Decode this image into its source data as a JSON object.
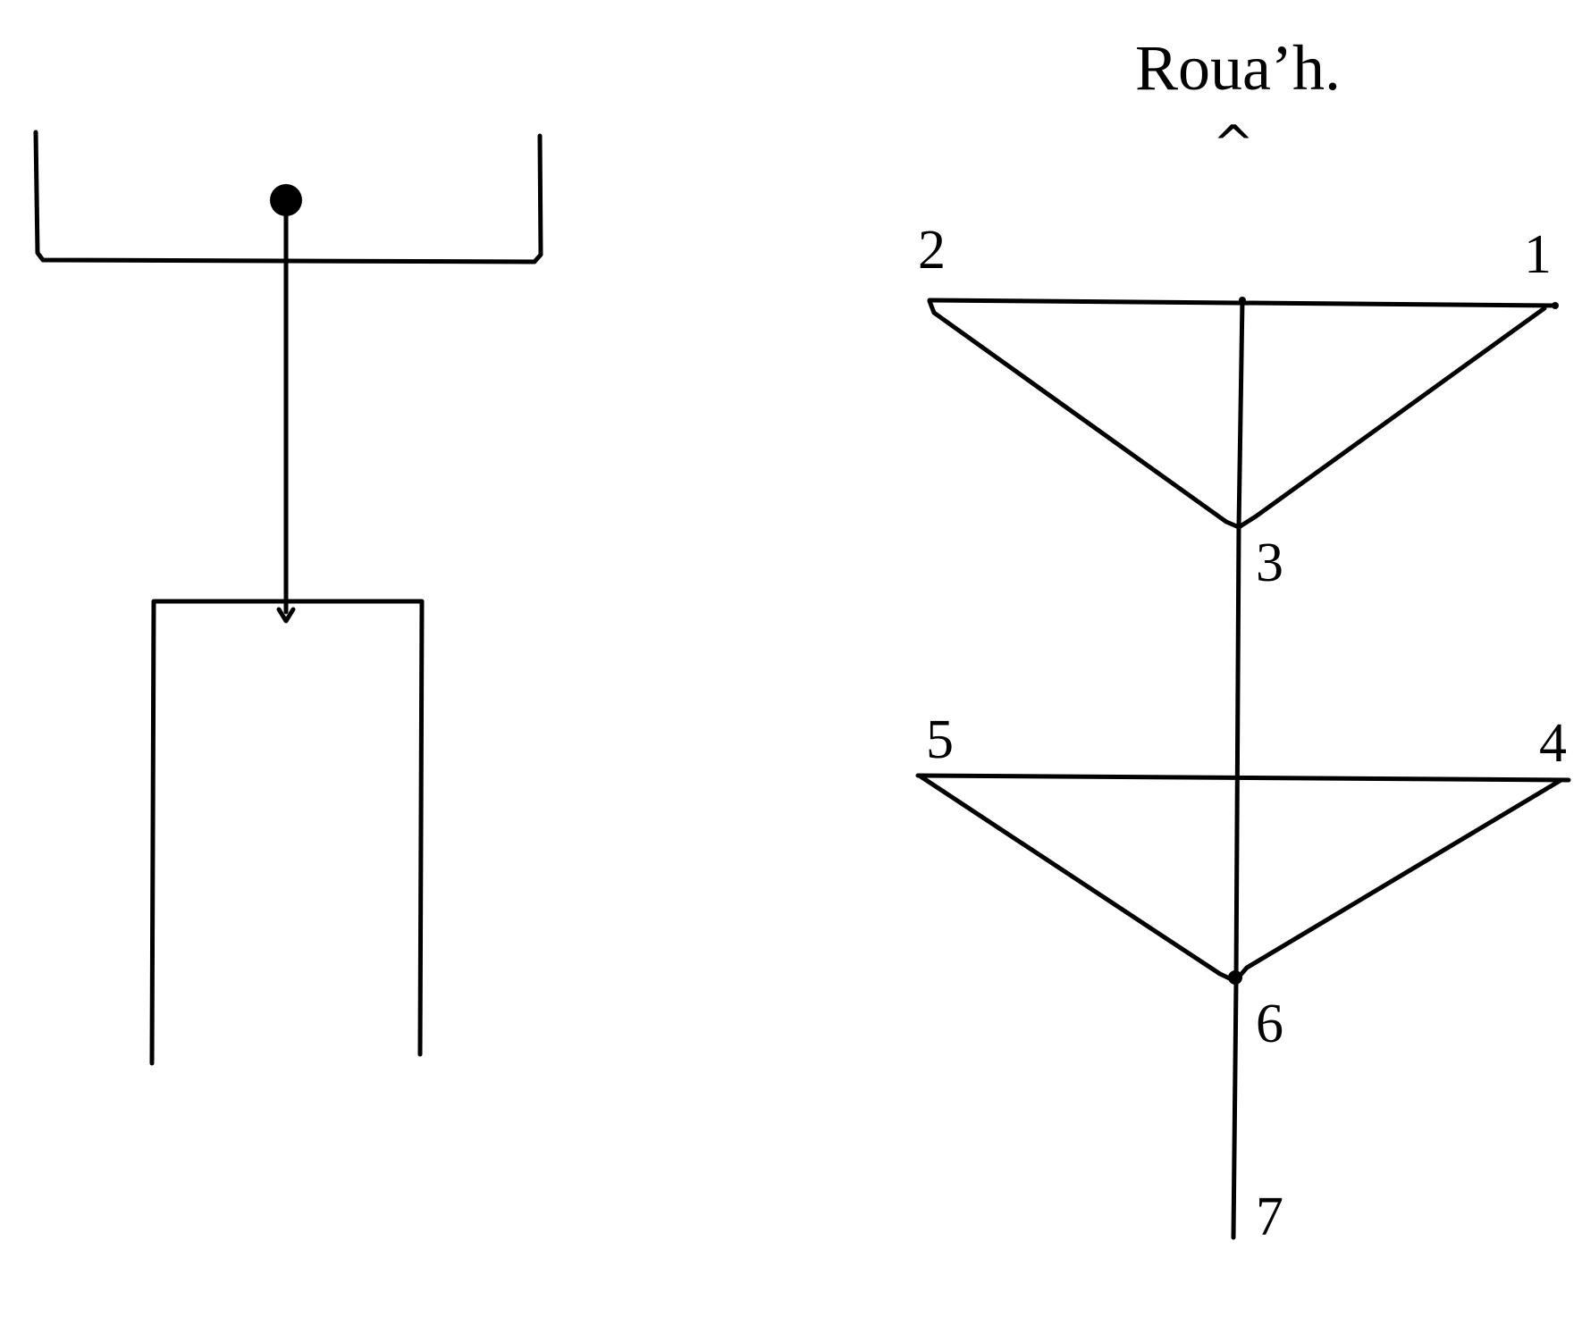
{
  "title": "Roua’h.",
  "caret": "^",
  "labels": {
    "n1": "1",
    "n2": "2",
    "n3": "3",
    "n4": "4",
    "n5": "5",
    "n6": "6",
    "n7": "7"
  }
}
